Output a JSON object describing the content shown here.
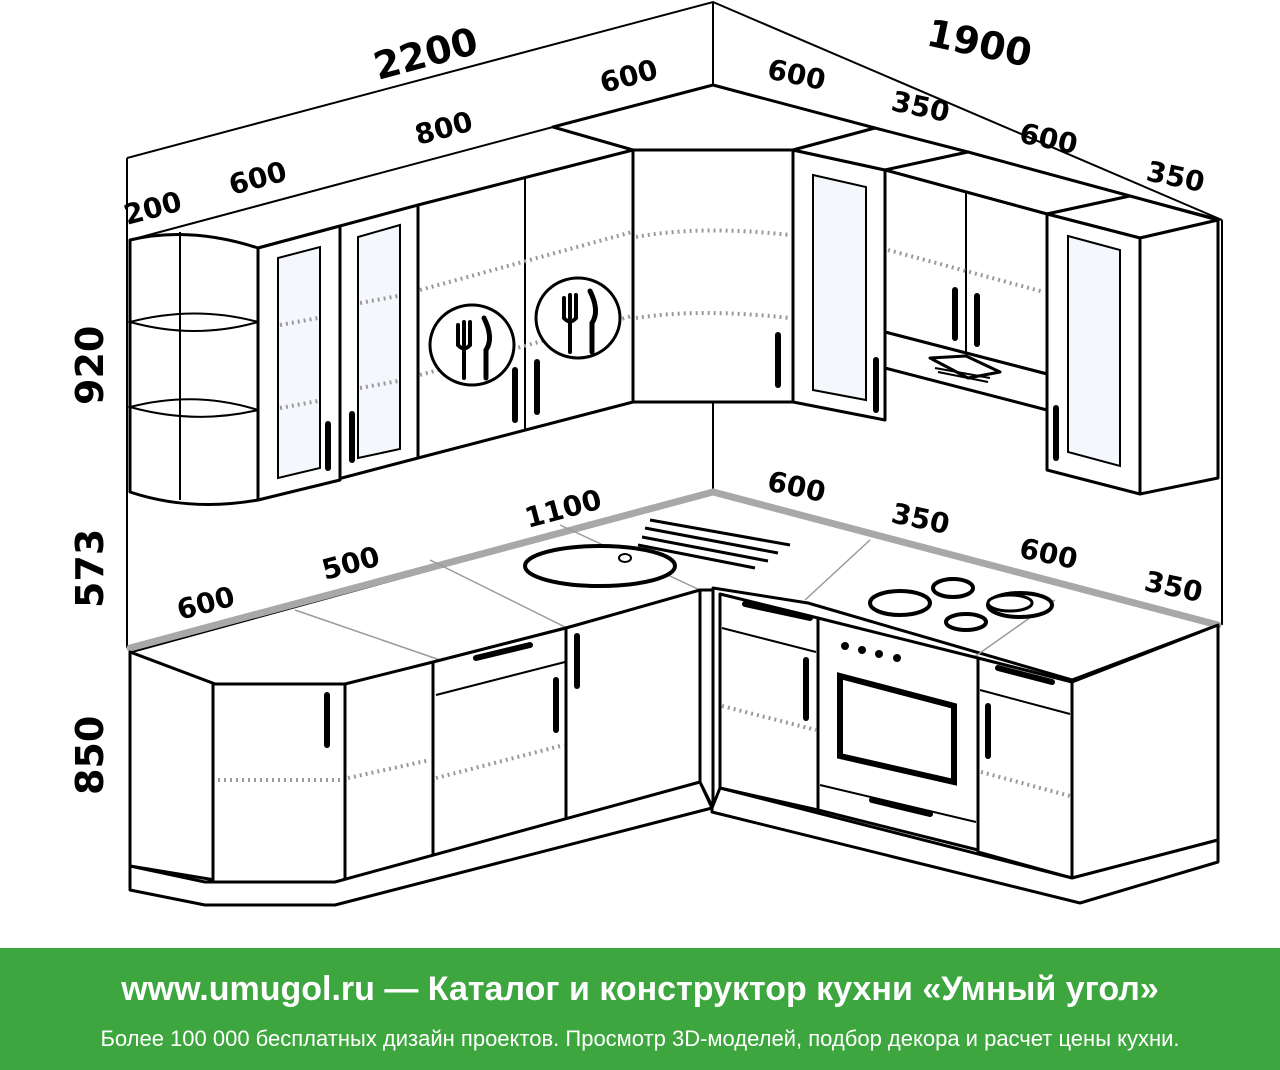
{
  "dimensions": {
    "total_left": "2200",
    "total_right": "1900",
    "upper_left_200": "200",
    "upper_left_600": "600",
    "upper_left_800": "800",
    "upper_left_600_corner": "600",
    "upper_right_600": "600",
    "upper_right_350": "350",
    "upper_right_600b": "600",
    "upper_right_350b": "350",
    "height_upper": "920",
    "height_gap": "573",
    "height_base": "850",
    "counter_1100": "1100",
    "base_left_600": "600",
    "base_left_500": "500",
    "base_right_600": "600",
    "base_right_350": "350",
    "base_right_600b": "600",
    "base_right_350b": "350"
  },
  "footer": {
    "title": "www.umugol.ru — Каталог и конструктор кухни «Умный угол»",
    "subtitle": "Более 100 000 бесплатных дизайн проектов. Просмотр 3D-моделей, подбор декора и расчет цены кухни."
  },
  "colors": {
    "footer_bg": "#3da63f",
    "outline": "#000000",
    "countertop_edge": "#a8a8a8"
  }
}
